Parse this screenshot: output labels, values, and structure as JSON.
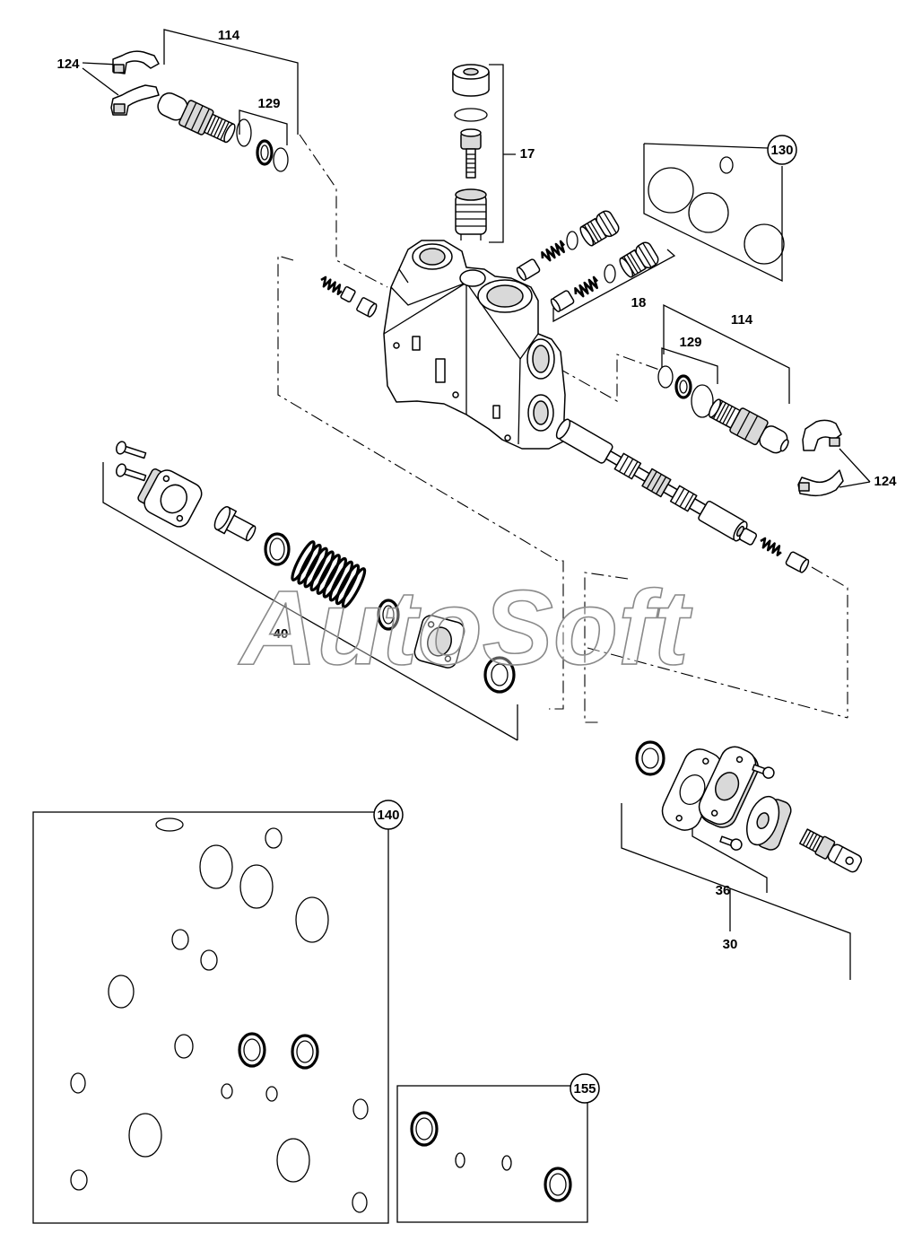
{
  "labels": {
    "top_connector": "114",
    "top_clips": "124",
    "top_orings": "129",
    "check_valve": "17",
    "kit_130": "130",
    "relief_valve": "18",
    "right_connector": "114",
    "right_orings": "129",
    "right_clips": "124",
    "spring_group": "40",
    "kit_140": "140",
    "kit_155": "155",
    "cover_plate": "36",
    "spool_end": "30"
  },
  "watermark": "AutoSoft",
  "colors": {
    "line": "#000000",
    "background": "#ffffff",
    "watermark_stroke": "#8a8a8a"
  }
}
